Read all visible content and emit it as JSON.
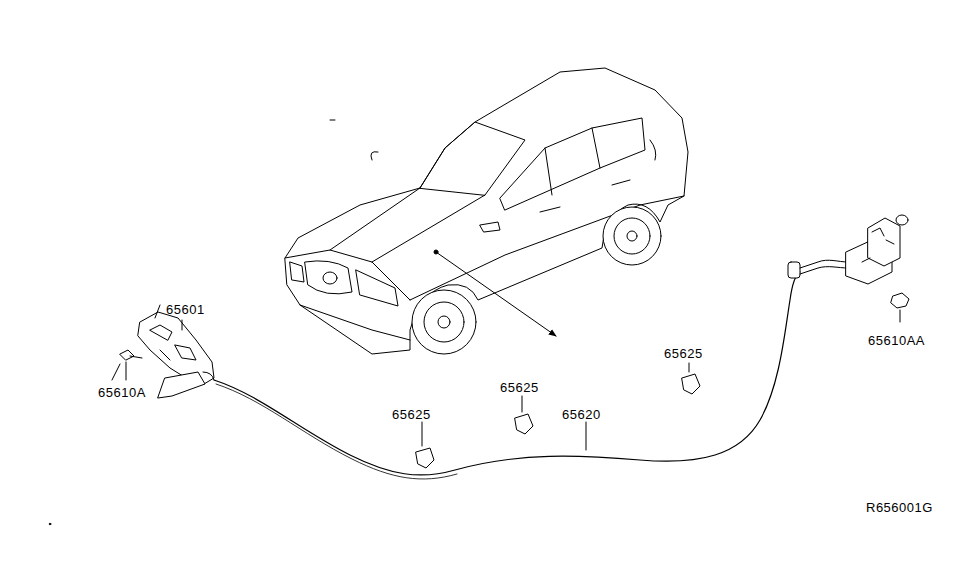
{
  "diagram": {
    "labels": [
      "65601",
      "65610A",
      "65625",
      "65625",
      "65625",
      "65620",
      "65610AA",
      "R656001G"
    ]
  }
}
